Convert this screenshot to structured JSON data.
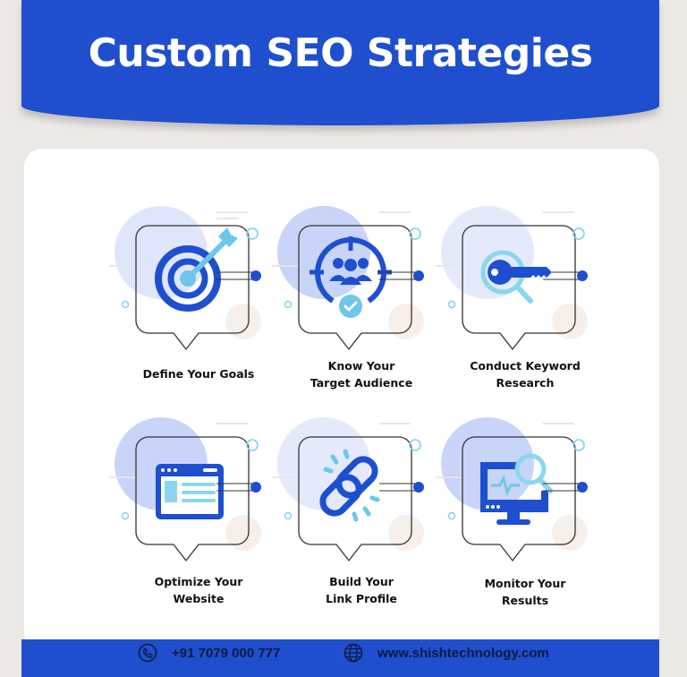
{
  "header": {
    "title": "Custom SEO Strategies"
  },
  "colors": {
    "brand_blue": "#1f4fce",
    "icon_blue": "#1d4fd0",
    "icon_light": "#6cc7ea",
    "blob": "#dfe6fb",
    "background": "#ebe8e5"
  },
  "steps": [
    {
      "icon": "target-arrow-icon",
      "line1": "Define Your Goals",
      "line2": ""
    },
    {
      "icon": "audience-crosshair-icon",
      "line1": "Know Your",
      "line2": "Target Audience"
    },
    {
      "icon": "key-search-icon",
      "line1": "Conduct Keyword",
      "line2": "Research"
    },
    {
      "icon": "browser-window-icon",
      "line1": "Optimize Your",
      "line2": "Website"
    },
    {
      "icon": "chain-link-icon",
      "line1": "Build Your",
      "line2": "Link Profile"
    },
    {
      "icon": "monitor-search-icon",
      "line1": "Monitor Your",
      "line2": "Results"
    }
  ],
  "footer": {
    "phone": "+91 7079 000 777",
    "website": "www.shishtechnology.com"
  }
}
